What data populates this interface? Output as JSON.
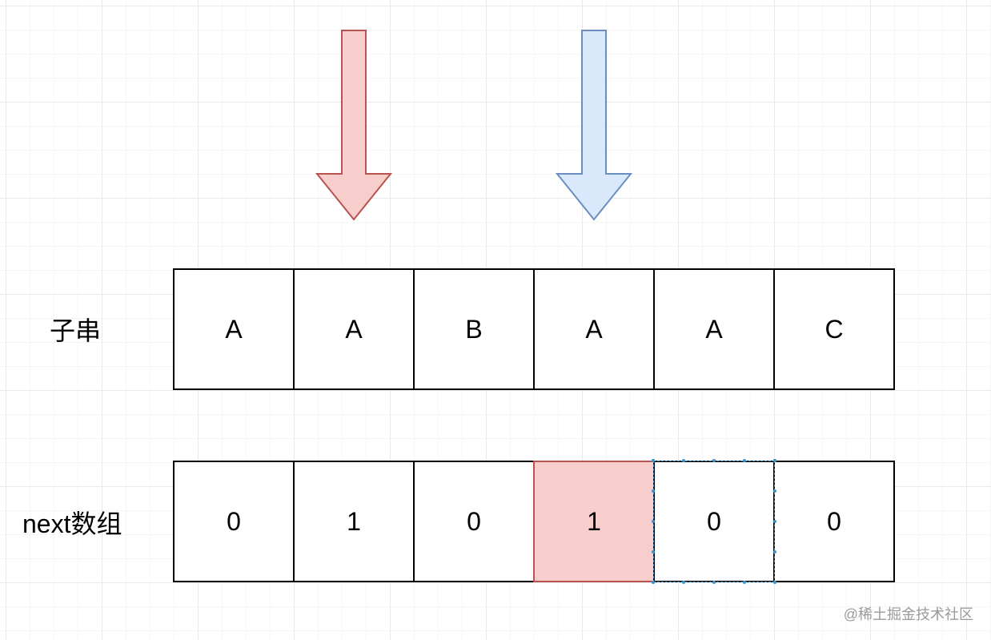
{
  "arrows": [
    {
      "name": "red-pointer",
      "fill": "#f8cecc",
      "stroke": "#b85450"
    },
    {
      "name": "blue-pointer",
      "fill": "#dae8fc",
      "stroke": "#6c8ebf"
    }
  ],
  "rows": [
    {
      "label": "子串",
      "cells": [
        "A",
        "A",
        "B",
        "A",
        "A",
        "C"
      ]
    },
    {
      "label": "next数组",
      "cells": [
        "0",
        "1",
        "0",
        "1",
        "0",
        "0"
      ],
      "highlight_index": 3,
      "highlight_color": "#f8cecc",
      "selected_index": 4
    }
  ],
  "watermark": "@稀土掘金技术社区"
}
